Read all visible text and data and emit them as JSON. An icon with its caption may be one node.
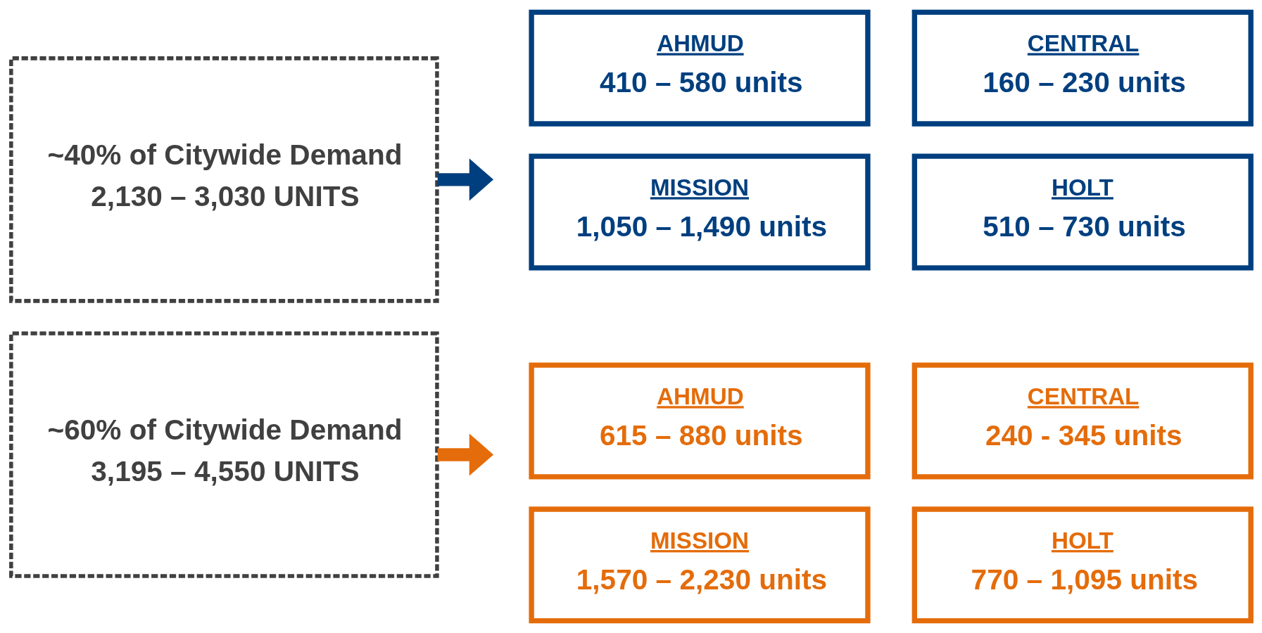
{
  "diagram": {
    "nodes": [
      {
        "text": [
          "~40% of Citywide Demand",
          "2,130 – 3,030 UNITS"
        ]
      },
      {
        "text": [
          "AHMUD",
          "410 – 580 units"
        ]
      },
      {
        "text": [
          "CENTRAL",
          "160 – 230 units"
        ]
      },
      {
        "text": [
          "MISSION",
          "1,050 – 1,490 units"
        ]
      },
      {
        "text": [
          "HOLT",
          "510 – 730 units"
        ]
      },
      {
        "text": [
          "~60% of Citywide Demand",
          "3,195 – 4,550 UNITS"
        ]
      },
      {
        "text": [
          "AHMUD",
          "615 – 880 units"
        ]
      },
      {
        "text": [
          "CENTRAL",
          "240 - 345 units"
        ]
      },
      {
        "text": [
          "MISSION",
          "1,570 – 2,230 units"
        ]
      },
      {
        "text": [
          "HOLT",
          "770 – 1,095 units"
        ]
      }
    ],
    "edges": [
      {
        "from": 0,
        "to": null,
        "arrow": "to",
        "color": "#003f7f"
      },
      {
        "from": 5,
        "to": null,
        "arrow": "to",
        "color": "#e46c0a"
      }
    ]
  }
}
